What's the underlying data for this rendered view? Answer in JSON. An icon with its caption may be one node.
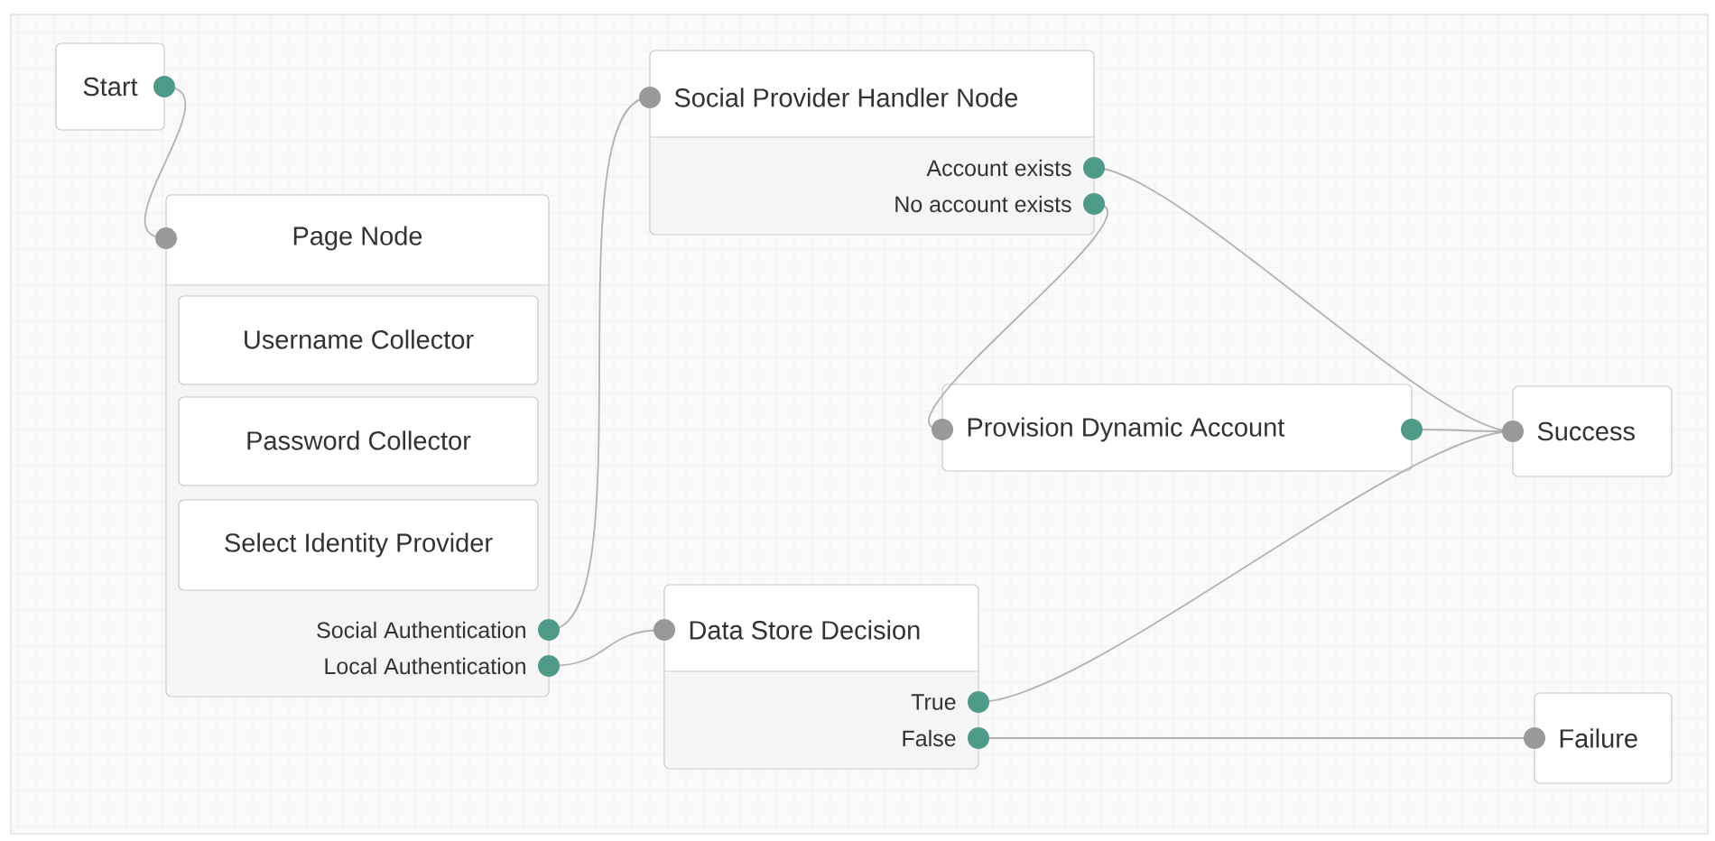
{
  "diagram": {
    "nodes": [
      {
        "text": [
          "Start"
        ]
      },
      {
        "text": [
          "Page Node",
          "Social Authentication",
          "Local Authentication"
        ]
      },
      {
        "text": [
          "Username Collector"
        ],
        "in": 1
      },
      {
        "text": [
          "Password Collector"
        ],
        "in": 1
      },
      {
        "text": [
          "Select Identity Provider"
        ],
        "in": 1
      },
      {
        "text": [
          "Social Provider Handler Node",
          "Account exists",
          "No account exists"
        ]
      },
      {
        "text": [
          "Provision Dynamic Account"
        ]
      },
      {
        "text": [
          "Success"
        ]
      },
      {
        "text": [
          "Data Store Decision",
          "True",
          "False"
        ]
      },
      {
        "text": [
          "Failure"
        ]
      }
    ],
    "edges": [
      {
        "from": 0,
        "to": 1,
        "arrow": "none"
      },
      {
        "from": 1,
        "to": 5,
        "arrow": "none"
      },
      {
        "from": 1,
        "to": 8,
        "arrow": "none"
      },
      {
        "from": 5,
        "to": 7,
        "arrow": "none"
      },
      {
        "from": 5,
        "to": 6,
        "arrow": "none"
      },
      {
        "from": 6,
        "to": 7,
        "arrow": "none"
      },
      {
        "from": 8,
        "to": 7,
        "arrow": "none"
      },
      {
        "from": 8,
        "to": 9,
        "arrow": "none"
      }
    ]
  }
}
